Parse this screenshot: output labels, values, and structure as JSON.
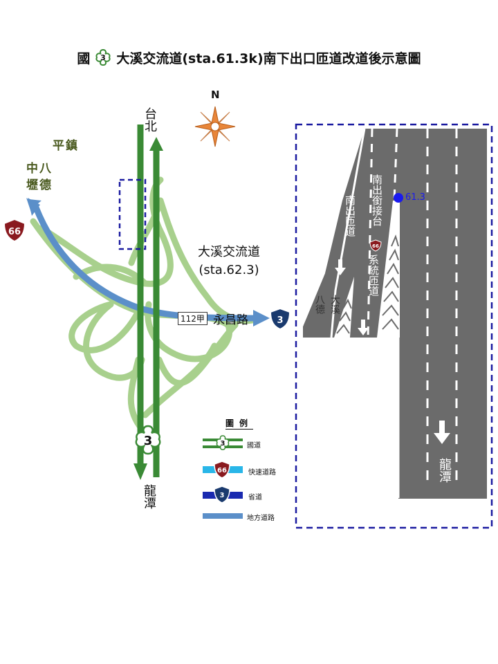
{
  "title": {
    "prefix": "國",
    "shield_number": "3",
    "text": "大溪交流道(sta.61.3k)南下出口匝道改道後示意圖"
  },
  "compass": {
    "label": "N"
  },
  "places": {
    "taipei": "台北",
    "pingzhen": "平鎮",
    "zhongli_bade_1": "中八",
    "zhongli_bade_2": "壢德",
    "longtan": "龍潭"
  },
  "interchange": {
    "name": "大溪交流道",
    "sta": "(sta.62.3)"
  },
  "roads": {
    "freeway_shield": "3",
    "expressway_shield": "66",
    "provincial_shield": "3",
    "local_route_tag": "112甲",
    "local_route_name": "永昌路"
  },
  "detail": {
    "ramp_south_exit": "南出匝道",
    "ramp_south_connect_1": "南出銜接台",
    "ramp_south_connect_2": "系統匝道",
    "connect_shield": "66",
    "daxi_bade_1": "大溪",
    "daxi_bade_2": "八德",
    "station_marker": "61.3",
    "longtan": "龍潭"
  },
  "legend": {
    "title": "圖例",
    "freeway": "國道",
    "expressway": "快速道路",
    "provincial": "省道",
    "local": "地方道路"
  },
  "colors": {
    "freeway_dark": "#3a8a35",
    "ramp_light": "#a8d08d",
    "local_blue": "#5b8fc9",
    "dash_border": "#1a1aa0",
    "road_gray": "#6b6b6b",
    "expressway_red": "#8a1a1f",
    "provincial_navy": "#1a3a6e",
    "compass_orange": "#e8863a"
  }
}
